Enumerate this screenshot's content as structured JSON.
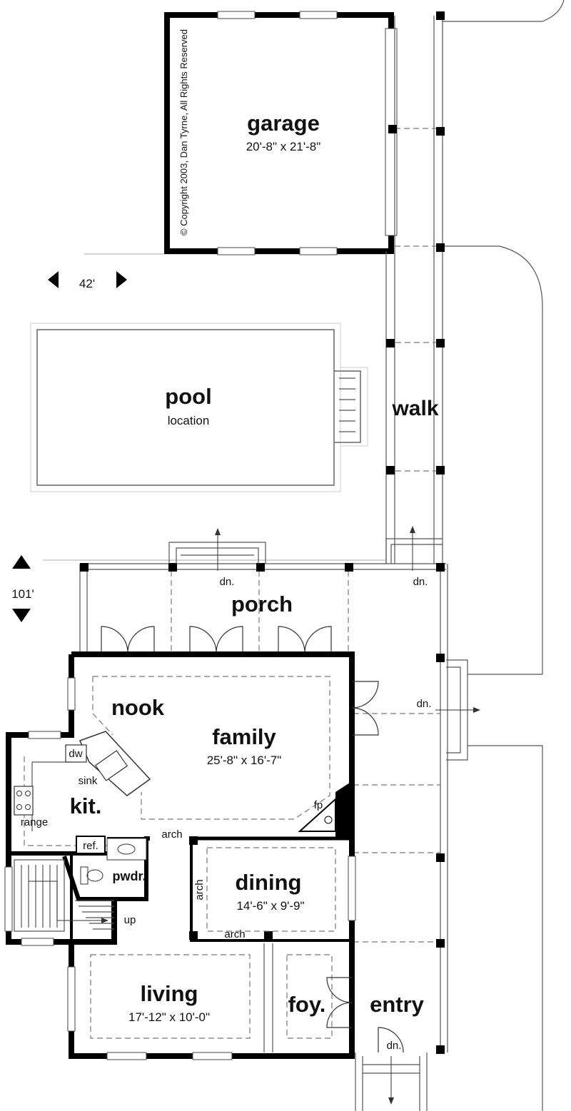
{
  "rooms": {
    "garage": {
      "name": "garage",
      "dims": "20'-8\" x 21'-8\""
    },
    "pool": {
      "name": "pool",
      "sub": "location"
    },
    "walk": {
      "name": "walk"
    },
    "porch": {
      "name": "porch"
    },
    "nook": {
      "name": "nook"
    },
    "family": {
      "name": "family",
      "dims": "25'-8\" x 16'-7\""
    },
    "kit": {
      "name": "kit."
    },
    "dining": {
      "name": "dining",
      "dims": "14'-6\" x 9'-9\""
    },
    "pwdr": {
      "name": "pwdr."
    },
    "living": {
      "name": "living",
      "dims": "17'-12\" x 10'-0\""
    },
    "foy": {
      "name": "foy."
    },
    "entry": {
      "name": "entry"
    }
  },
  "labels": {
    "dw": "dw",
    "sink": "sink",
    "range": "range",
    "ref": "ref.",
    "fp": "fp",
    "arch": "arch",
    "up": "up",
    "dn": "dn."
  },
  "dimensions": {
    "width": "42'",
    "depth": "101'"
  },
  "copyright": "© Copyright 2003, Dan Tyrne, All Rights Reserved"
}
